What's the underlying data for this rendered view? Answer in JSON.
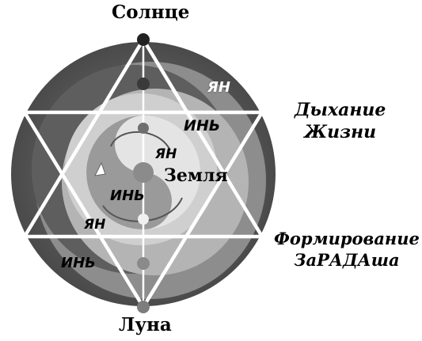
{
  "labels": {
    "sun": "Солнце",
    "moon": "Луна",
    "earth": "Земля",
    "breath_line1": "Дыхание",
    "breath_line2": "Жизни",
    "formation_line1": "Формирование",
    "formation_line2": "ЗаРАДАша",
    "yan_top": "ЯН",
    "yin_top": "ИНЬ",
    "yan_middle": "ЯН",
    "yin_middle": "ИНЬ",
    "yan_lower": "ЯН",
    "yin_lower": "ИНЬ"
  },
  "colors": {
    "outer_ring": "#5b5b5b",
    "band_mid": "#8d8d8d",
    "band_light": "#bdbdbd",
    "center_light": "#dcdcdc",
    "star_lines": "#ffffff",
    "node_dark": "#333333",
    "node_light": "#f2f2f2"
  }
}
